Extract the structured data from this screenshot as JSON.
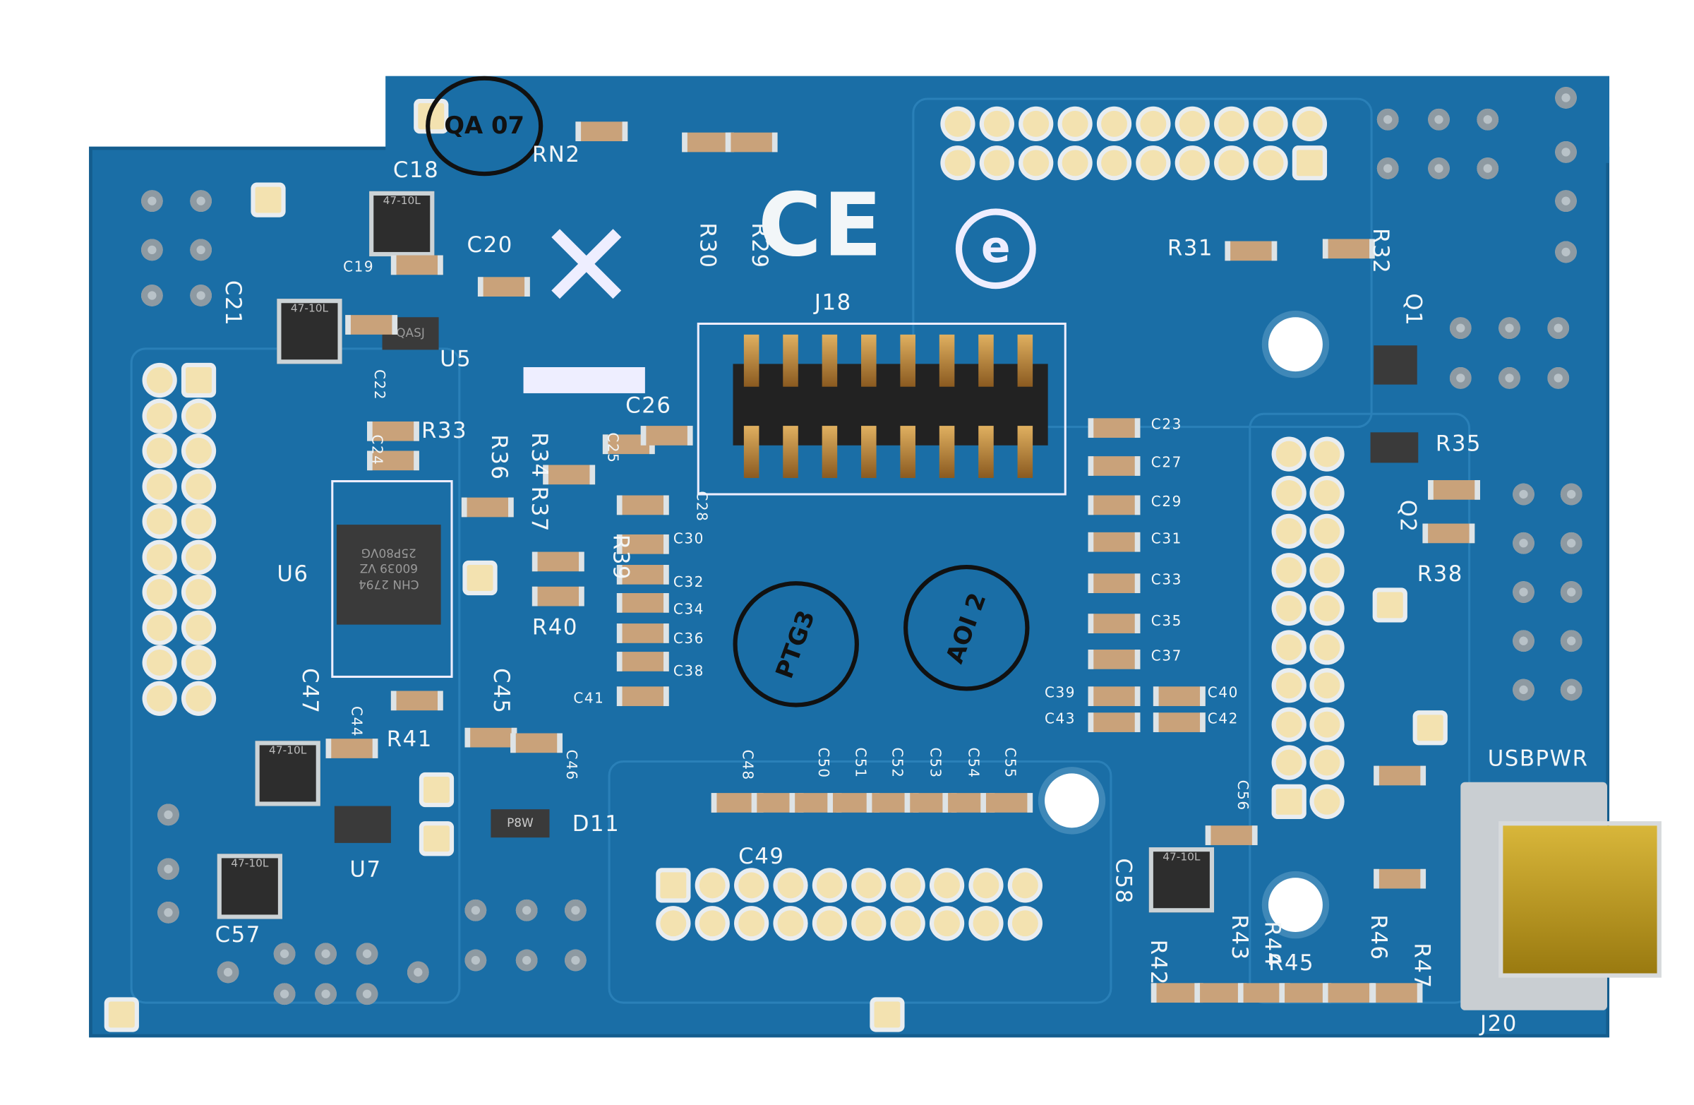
{
  "board": {
    "color": "#1a6ea6",
    "labels": [
      "C18",
      "C20",
      "C19",
      "C21",
      "U5",
      "C22",
      "R33",
      "C24",
      "R36",
      "R34 R37",
      "C25",
      "C26",
      "R30",
      "R29",
      "J18",
      "RN2",
      "R31",
      "R32",
      "Q1",
      "R35",
      "Q2",
      "R38",
      "C23",
      "C27",
      "C29",
      "C31",
      "C33",
      "C35",
      "C37",
      "C39",
      "C43",
      "C40",
      "C42",
      "C28",
      "C30",
      "C32",
      "C34",
      "C36",
      "C38",
      "C41",
      "R39",
      "R40",
      "U6",
      "C47",
      "C44",
      "R41",
      "C45",
      "C46",
      "D11",
      "U7",
      "C57",
      "C48",
      "C50",
      "C51",
      "C52",
      "C53",
      "C54",
      "C55",
      "C49",
      "C56",
      "C58",
      "R42",
      "R43",
      "R44",
      "R45",
      "R46",
      "R47",
      "USBPWR",
      "J20"
    ],
    "chip_u6": [
      "25P80VG",
      "60039 VZ",
      "CHN 2794"
    ],
    "chip_u5": "QASJ",
    "cap_marking": "47-10L",
    "d11_marking": "P8W",
    "stamps": [
      "QA 07",
      "PTG3",
      "AOI 2"
    ],
    "marks": [
      "CE"
    ]
  }
}
